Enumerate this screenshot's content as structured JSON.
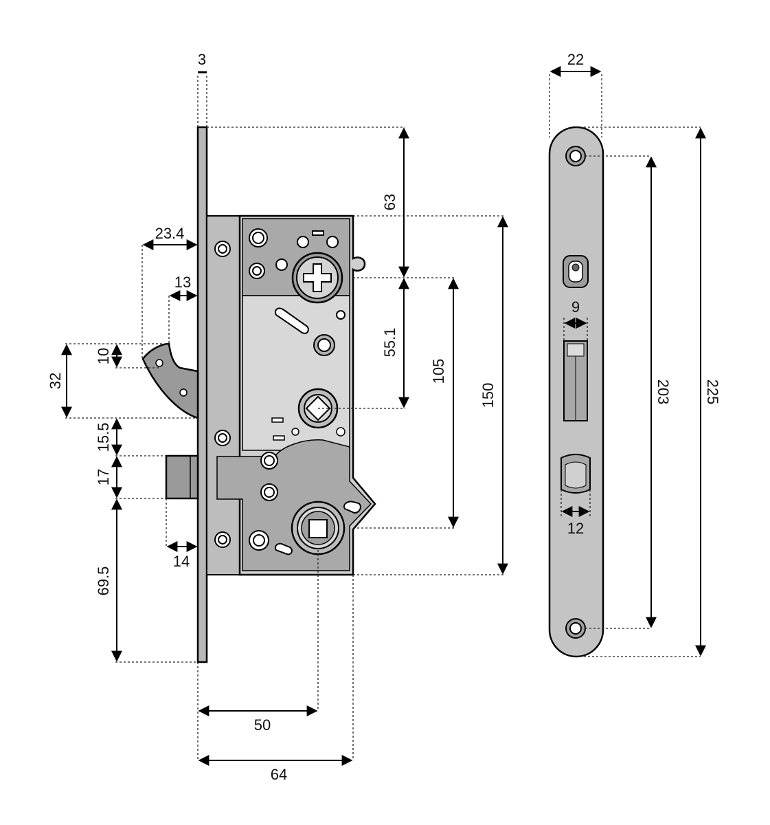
{
  "colors": {
    "line": "#000000",
    "body_fill": "#c9c9c9",
    "plate_fill": "#b8b8b8",
    "dark_part": "#8a8a8a",
    "hole_fill": "#ffffff"
  },
  "dimensions": {
    "faceplate_thickness": "3",
    "latch_projection": "23.4",
    "hook_depth": "13",
    "hook_offset": "10",
    "hook_height": "32",
    "gap_below_hook": "15.5",
    "deadbolt_height": "17",
    "deadbolt_projection": "14",
    "bottom_distance": "69.5",
    "top_to_spindle": "63",
    "spindle_to_follower": "55.1",
    "spindle_to_cylinder": "105",
    "case_height": "150",
    "backset": "50",
    "case_depth": "64",
    "strike_width": "22",
    "latch_window_width": "9",
    "bolt_window_width": "12",
    "fixing_hole_spacing": "203",
    "strike_length": "225"
  },
  "icons": {
    "top_spindle": "cross-spindle-icon",
    "follower": "square-follower-icon",
    "cylinder": "square-cylinder-icon"
  }
}
